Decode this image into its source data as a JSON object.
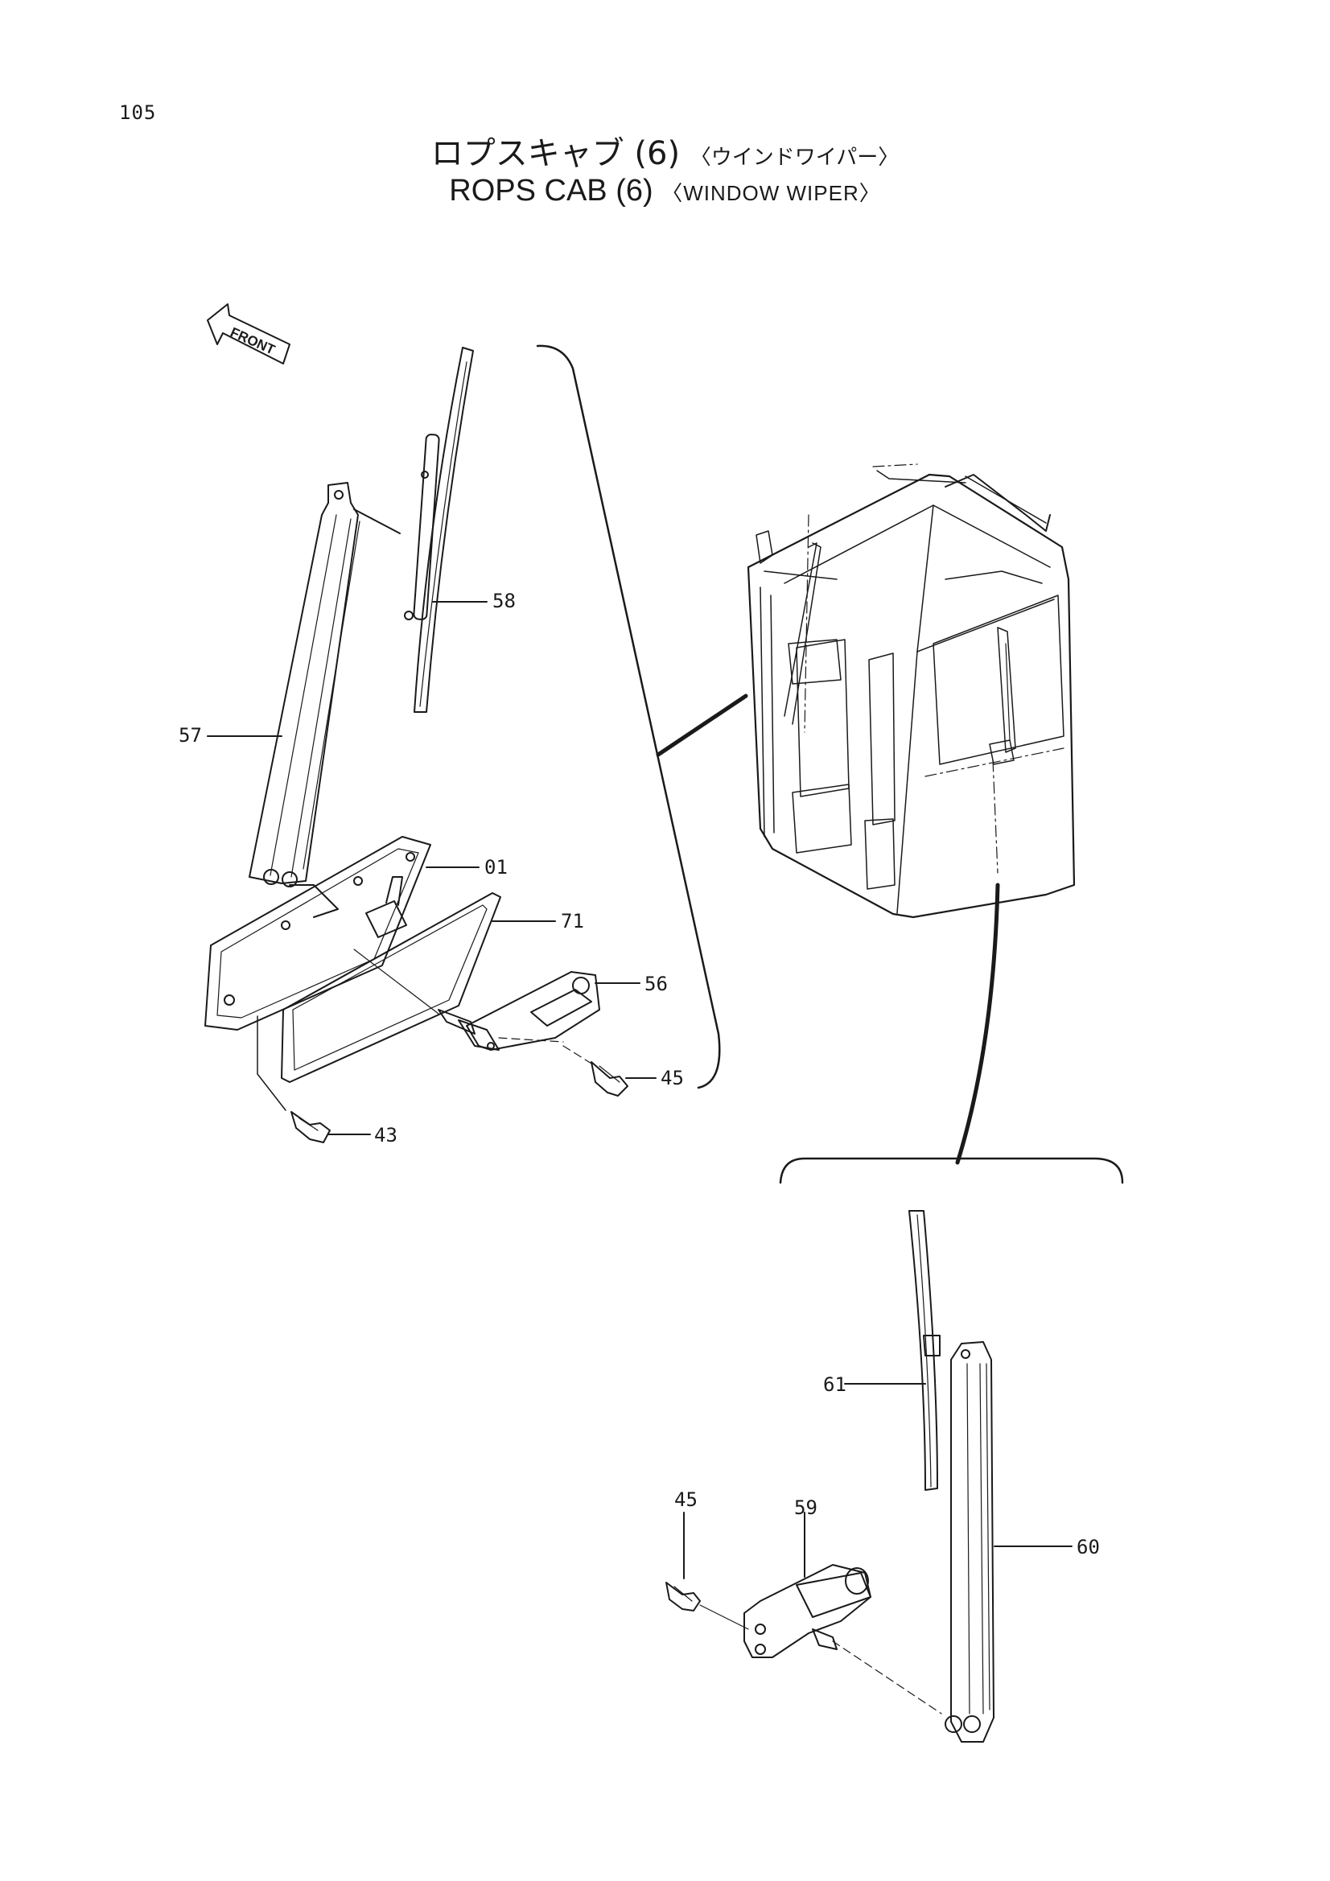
{
  "page_number": "105",
  "title": {
    "japanese_main": "ロプスキャブ (6)",
    "japanese_sub": "〈ウインドワイパー〉",
    "english_main": "ROPS CAB (6)",
    "english_sub": "〈WINDOW WIPER〉"
  },
  "front_indicator": "FRONT",
  "callouts": {
    "c58": "58",
    "c57": "57",
    "c01": "01",
    "c71": "71",
    "c56": "56",
    "c45a": "45",
    "c43": "43",
    "c61": "61",
    "c45b": "45",
    "c59": "59",
    "c60": "60"
  }
}
